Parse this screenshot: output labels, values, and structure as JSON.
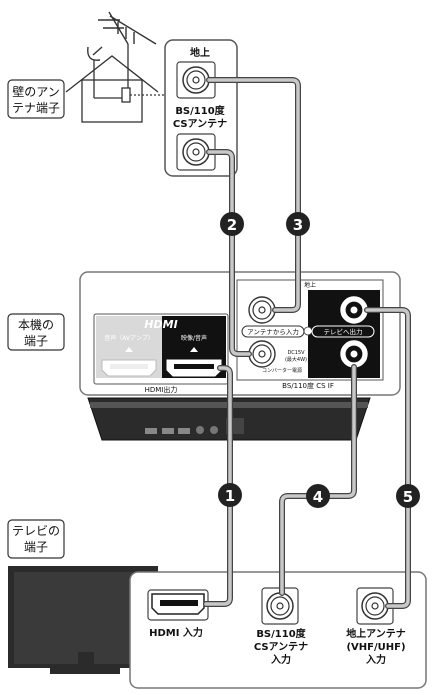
{
  "sections": {
    "wall": {
      "label_line1": "壁のアン",
      "label_line2": "テナ端子",
      "port_terrestrial": "地上",
      "port_bs_line1": "BS/110度",
      "port_bs_line2": "CSアンテナ"
    },
    "device": {
      "label_line1": "本機の",
      "label_line2": "端子",
      "hdmi_logo": "HDMI",
      "hdmi_left_caption": "音声（AVアンプ）",
      "hdmi_right_caption": "映像/音声",
      "hdmi_output_label": "HDMI出力",
      "panel_top_label": "地上",
      "antenna_in_label": "アンテナから入力",
      "tv_out_label": "テレビへ出力",
      "power_line1": "DC15V",
      "power_line2": "(最大4W)",
      "power_line3": "コンバーター電源",
      "panel_bottom_label": "BS/110度 CS IF"
    },
    "tv": {
      "label_line1": "テレビの",
      "label_line2": "端子",
      "hdmi_in": "HDMI 入力",
      "bs_in_line1": "BS/110度",
      "bs_in_line2": "CSアンテナ",
      "bs_in_line3": "入力",
      "terr_in_line1": "地上アンテナ",
      "terr_in_line2": "(VHF/UHF)",
      "terr_in_line3": "入力"
    }
  },
  "cable_markers": [
    "1",
    "2",
    "3",
    "4",
    "5"
  ]
}
